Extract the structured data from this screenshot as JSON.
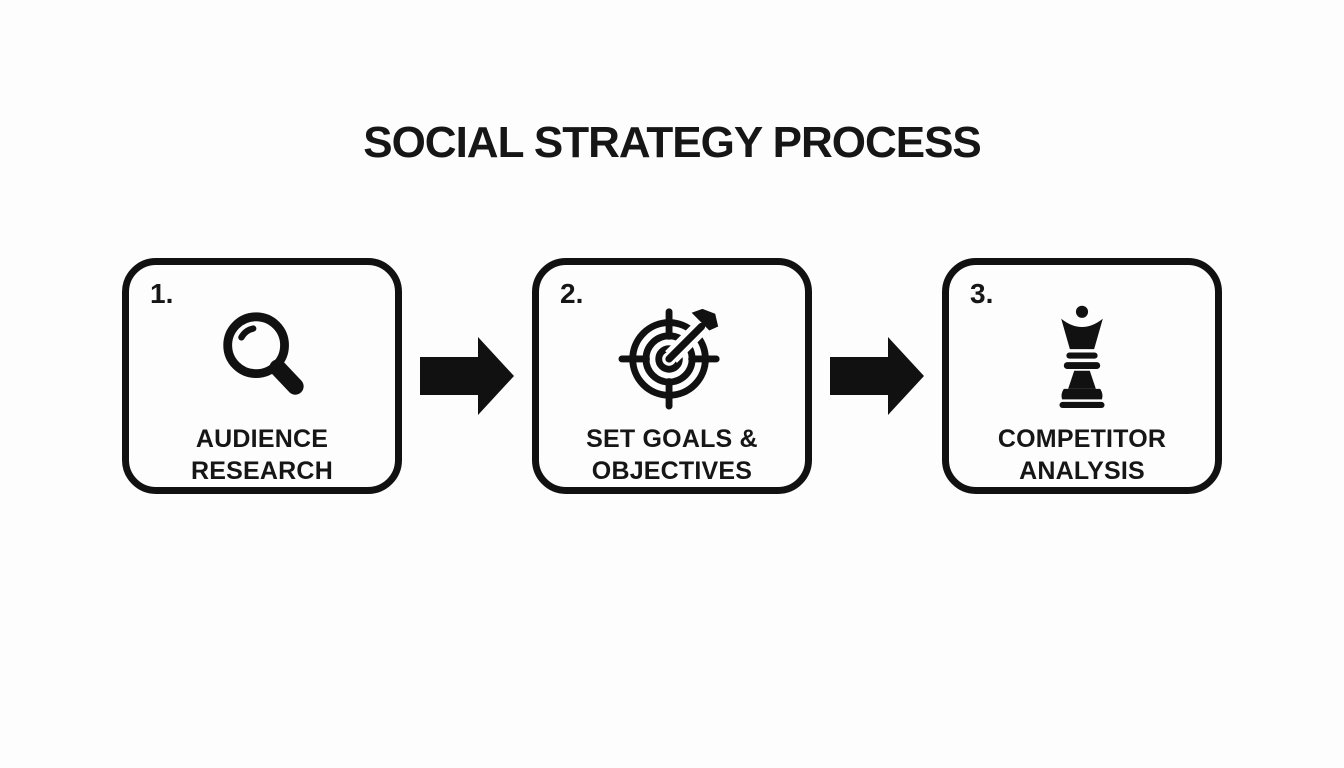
{
  "page": {
    "background": "#fdfdfd",
    "ink": "#111111"
  },
  "title": "SOCIAL STRATEGY PROCESS",
  "steps": [
    {
      "number": "1.",
      "icon": "magnifier-search-icon",
      "label": "AUDIENCE\nRESEARCH"
    },
    {
      "number": "2.",
      "icon": "target-goal-icon",
      "label": "SET GOALS &\nOBJECTIVES"
    },
    {
      "number": "3.",
      "icon": "chess-queen-icon",
      "label": "COMPETITOR\nANALYSIS"
    }
  ],
  "connectors": [
    {
      "type": "arrow-right"
    },
    {
      "type": "arrow-right"
    }
  ]
}
